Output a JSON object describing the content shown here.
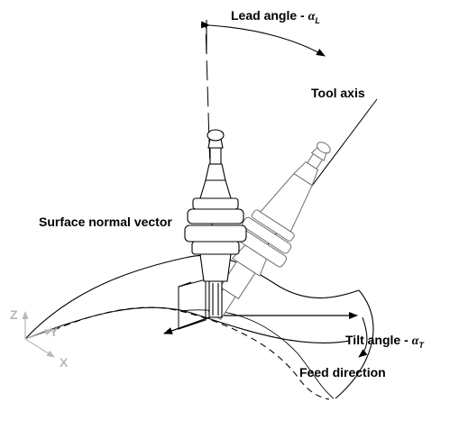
{
  "labels": {
    "lead_angle": {
      "text": "Lead angle - ",
      "symbol": "α",
      "sub": "L"
    },
    "tool_axis": "Tool axis",
    "surface_normal": "Surface normal vector",
    "tilt_angle": {
      "text": "Tilt angle - ",
      "symbol": "α",
      "sub": "T"
    },
    "feed_direction": "Feed direction"
  },
  "axes": {
    "z": "Z",
    "y": "Y",
    "x": "X"
  },
  "colors": {
    "ink": "#000000",
    "axis_gray": "#b8b8b8",
    "ghost_gray": "#7a7a7a",
    "background": "#ffffff"
  }
}
